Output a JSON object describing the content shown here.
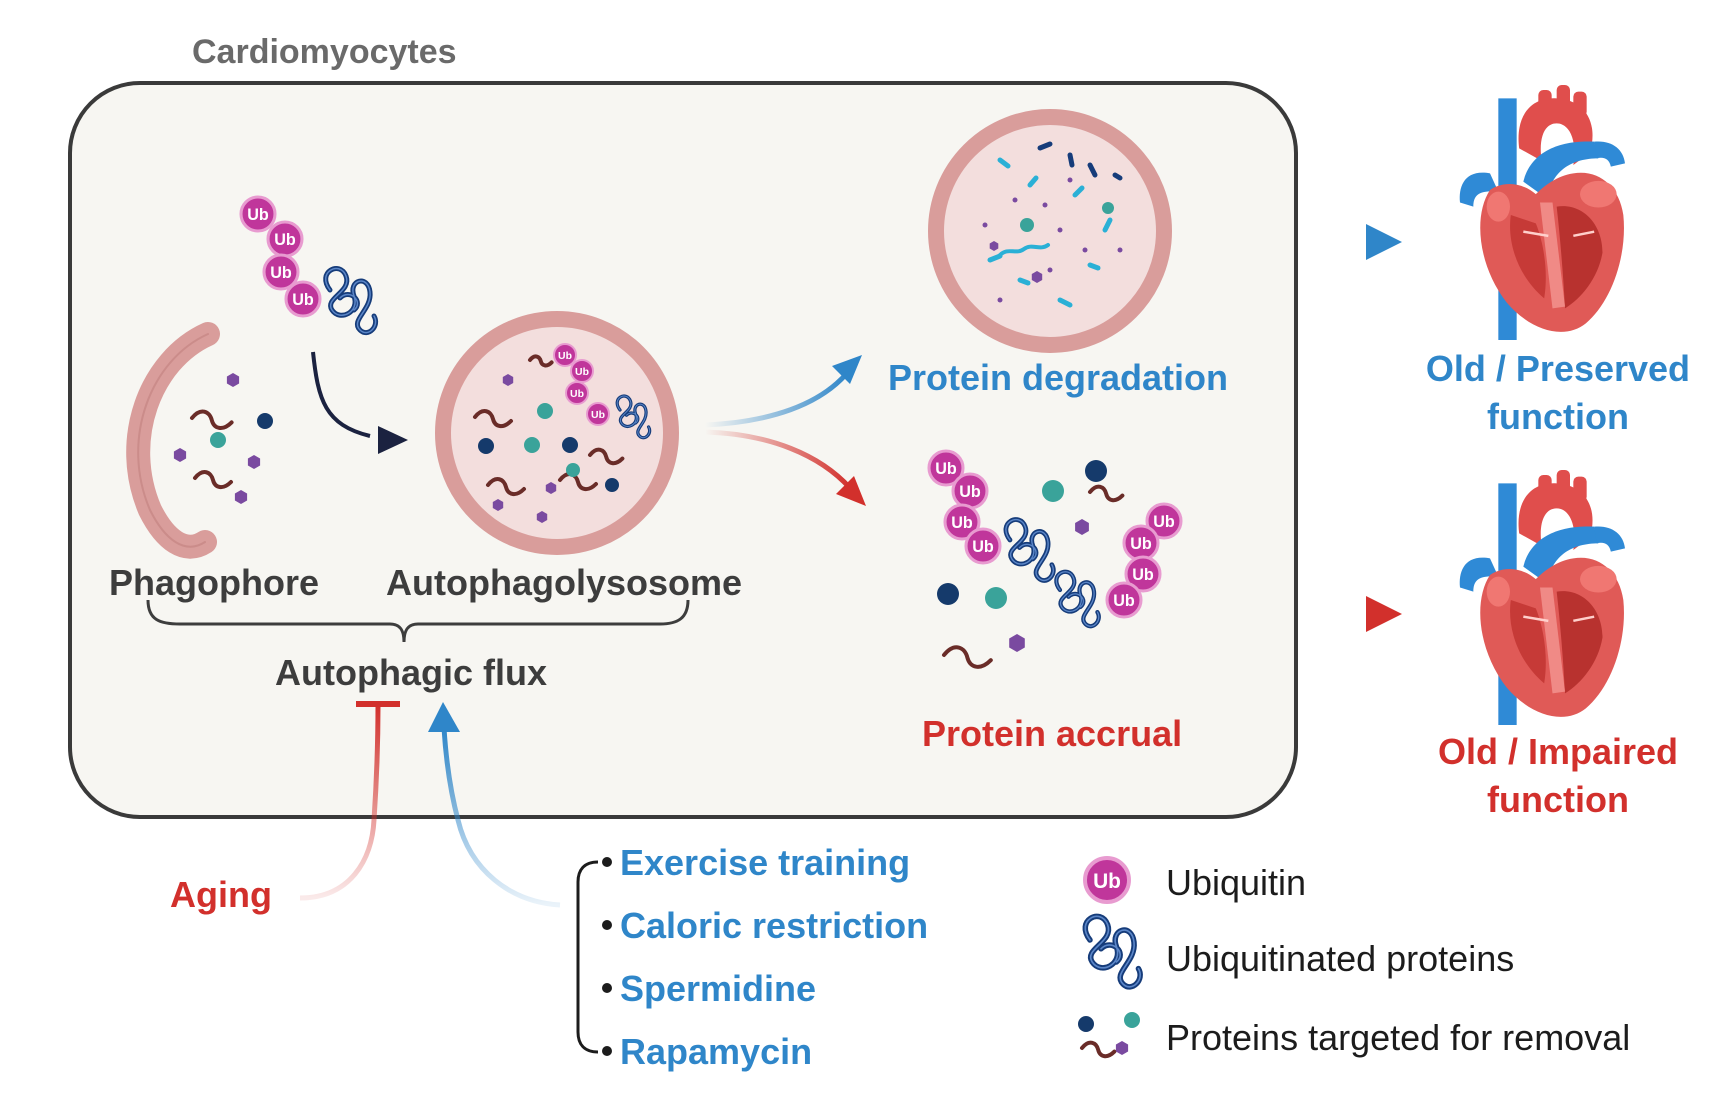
{
  "cell": {
    "title": "Cardiomyocytes"
  },
  "stages": {
    "phagophore": "Phagophore",
    "autophagolysosome": "Autophagolysosome",
    "flux": "Autophagic flux"
  },
  "outcomes": {
    "degradation": "Protein degradation",
    "accrual": "Protein accrual",
    "preserved_line1": "Old / Preserved",
    "preserved_line2": "function",
    "impaired_line1": "Old / Impaired",
    "impaired_line2": "function"
  },
  "modulators": {
    "inhibitor": "Aging",
    "activators": [
      "Exercise training",
      "Caloric restriction",
      "Spermidine",
      "Rapamycin"
    ]
  },
  "legend": {
    "ubiquitin": "Ubiquitin",
    "ubiquitinated": "Ubiquitinated proteins",
    "targeted": "Proteins targeted for removal"
  },
  "ub_label": "Ub",
  "icons": [
    "ubiquitin-icon",
    "ubiquitinated-protein-icon",
    "target-protein-icon",
    "heart-icon",
    "lysosome-icon",
    "phagophore-icon"
  ],
  "colors": {
    "blue": "#2f86c9",
    "red": "#d2302c",
    "ub": "#c0369b",
    "membrane": "#d99d9b",
    "cell_border": "#3a3a3a",
    "cell_fill": "#f7f6f2"
  }
}
